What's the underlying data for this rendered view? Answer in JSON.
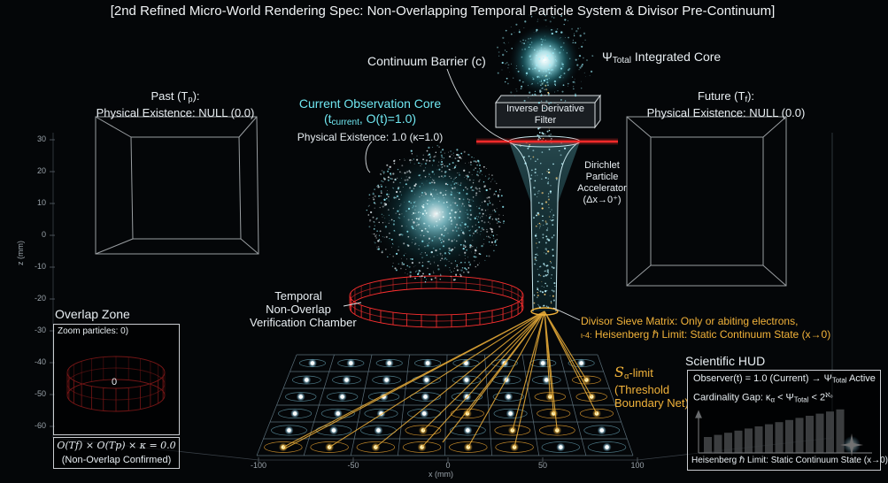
{
  "title": "[2nd Refined Micro-World Rendering Spec: Non-Overlapping Temporal Particle System & Divisor Pre-Continuum]",
  "integrated_core": {
    "symbol": "Ψ",
    "subscript": "Total",
    "text": " Integrated Core"
  },
  "continuum_barrier": "Continuum Barrier (c)",
  "inverse_filter": {
    "line1": "Inverse Derivative",
    "line2": "Filter"
  },
  "past": {
    "label": "Past (T",
    "sub": "p",
    "close": "):",
    "line2": "Physical Existence: NULL (0.0)"
  },
  "future": {
    "label": "Future (T",
    "sub": "f",
    "close": "):",
    "line2": "Physical Existence: NULL (0.0)"
  },
  "current_core": {
    "line1": "Current Observation Core",
    "line2_open": "(t",
    "line2_sub": "current",
    "line2_rest": ", O(t)=1.0)",
    "line3": "Physical Existence: 1.0 (κ=1.0)"
  },
  "dirichlet": {
    "line1": "Dirichlet",
    "line2": "Particle",
    "line3": "Accelerator",
    "line4": "(Δx→0⁺)"
  },
  "temporal_chamber": {
    "line1": "Temporal",
    "line2": "Non-Overlap",
    "line3": "Verification Chamber"
  },
  "divisor_sieve": {
    "line1_bold": "Divisor Sieve Matrix:",
    "line1_rest": " Only or abiting electrons,",
    "line2_prefix": "ι-4:",
    "line2": " Heisenberg ℏ Limit: Static Continuum State (x→0)"
  },
  "threshold": {
    "symbol": "S",
    "sub": "α",
    "rest": "-limit",
    "line2": "(Threshold",
    "line3": "Boundary Net)"
  },
  "overlap_zone": {
    "title": "Overlap Zone",
    "zoom_label": "Zoom particles: 0)",
    "center_value": "0",
    "formula": "O(Tf) × O(Tp) × κ = 0.0",
    "confirm": "(Non-Overlap Confirmed)"
  },
  "hud": {
    "title": "Scientific HUD",
    "line1_a": "Observer(t) = 1.0 (Current) → Ψ",
    "line1_sub": "Total",
    "line1_b": " Active",
    "line2_a": "Cardinality Gap: κ",
    "line2_sub1": "α",
    "line2_b": " < Ψ",
    "line2_sub2": "Total",
    "line2_c": " < 2",
    "line2_sup": "ℵ₀",
    "footer": "Heisenberg ℏ Limit: Static Continuum State (x→0)",
    "bar_levels": [
      0.3,
      0.34,
      0.38,
      0.42,
      0.46,
      0.5,
      0.54,
      0.58,
      0.62,
      0.66,
      0.7,
      0.74,
      0.78,
      0.82
    ]
  },
  "z_axis": {
    "label": "z (mm)",
    "ticks": [
      "30",
      "20",
      "10",
      "0",
      "-10",
      "-20",
      "-30",
      "-40",
      "-50",
      "-60"
    ]
  },
  "x_axis": {
    "label": "x (mm)",
    "ticks": [
      "-100",
      "-50",
      "0",
      "50",
      "100"
    ]
  },
  "colors": {
    "cyan": "#6fe6f0",
    "red": "#ff2a2a",
    "gold": "#f2b33a",
    "text": "#e8eef2"
  }
}
